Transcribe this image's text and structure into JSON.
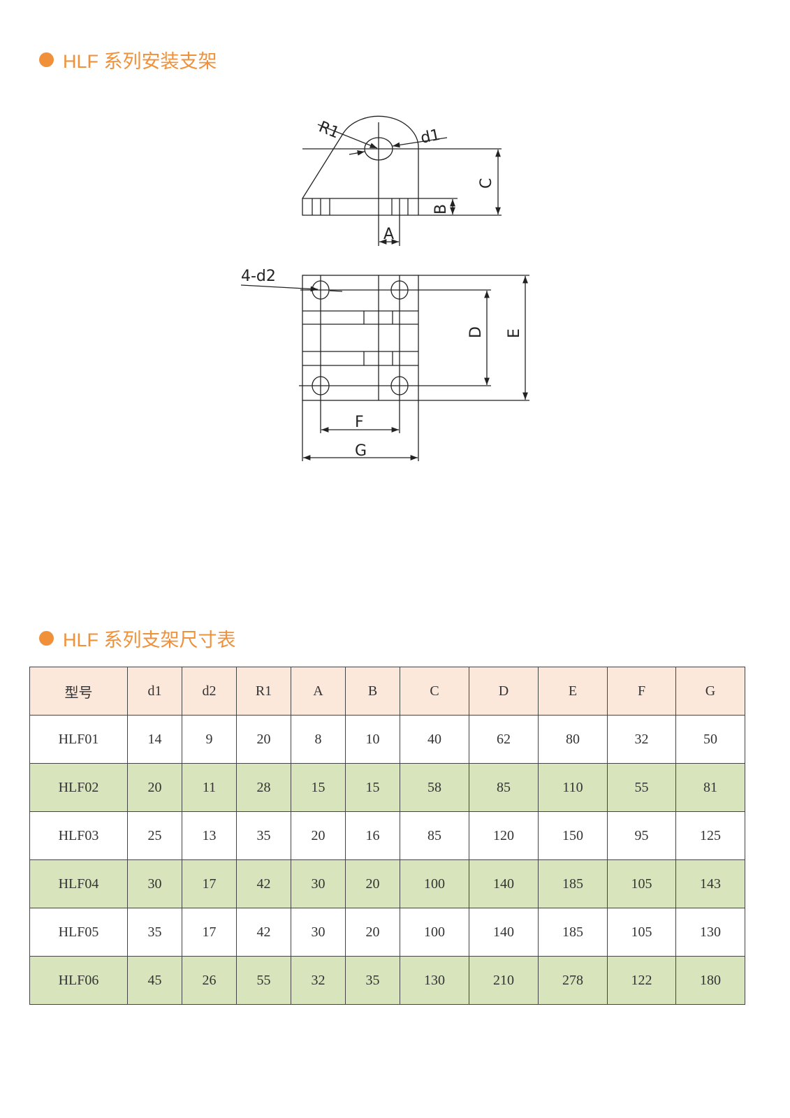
{
  "section1": {
    "title": "HLF 系列安装支架"
  },
  "section2": {
    "title": "HLF 系列支架尺寸表"
  },
  "drawing_labels": {
    "R1": "R1",
    "d1": "d1",
    "C": "C",
    "B": "B",
    "A": "A",
    "d2": "4-d2",
    "D": "D",
    "E": "E",
    "F": "F",
    "G": "G"
  },
  "table": {
    "headers": [
      "型号",
      "d1",
      "d2",
      "R1",
      "A",
      "B",
      "C",
      "D",
      "E",
      "F",
      "G"
    ],
    "rows": [
      [
        "HLF01",
        "14",
        "9",
        "20",
        "8",
        "10",
        "40",
        "62",
        "80",
        "32",
        "50"
      ],
      [
        "HLF02",
        "20",
        "11",
        "28",
        "15",
        "15",
        "58",
        "85",
        "110",
        "55",
        "81"
      ],
      [
        "HLF03",
        "25",
        "13",
        "35",
        "20",
        "16",
        "85",
        "120",
        "150",
        "95",
        "125"
      ],
      [
        "HLF04",
        "30",
        "17",
        "42",
        "30",
        "20",
        "100",
        "140",
        "185",
        "105",
        "143"
      ],
      [
        "HLF05",
        "35",
        "17",
        "42",
        "30",
        "20",
        "100",
        "140",
        "185",
        "105",
        "130"
      ],
      [
        "HLF06",
        "45",
        "26",
        "55",
        "32",
        "35",
        "130",
        "210",
        "278",
        "122",
        "180"
      ]
    ]
  },
  "colors": {
    "accent": "#f0913a",
    "header_bg": "#fce8da",
    "alt_row_bg": "#d8e4bc"
  }
}
